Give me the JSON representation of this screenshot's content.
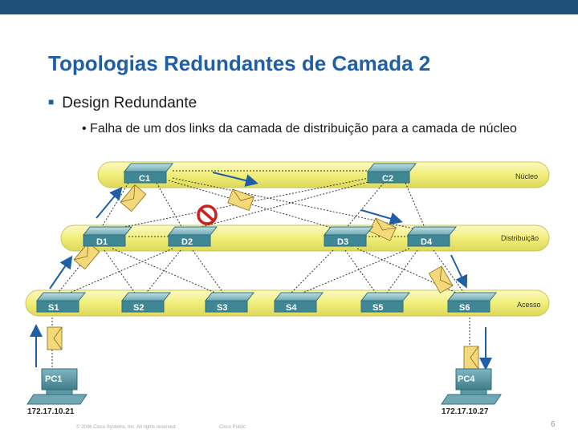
{
  "slide": {
    "title": "Topologias Redundantes de Camada 2",
    "bullet_level1": "Design Redundante",
    "bullet_level2": "Falha de um dos links da camada de distribuição para a camada de núcleo",
    "footer_copyright": "© 2006 Cisco Systems, Inc. All rights reserved.",
    "footer_class": "Cisco Public",
    "page_number": "6"
  },
  "layers": {
    "core": "Núcleo",
    "distribution": "Distribuição",
    "access": "Acesso"
  },
  "devices": {
    "C1": "C1",
    "C2": "C2",
    "D1": "D1",
    "D2": "D2",
    "D3": "D3",
    "D4": "D4",
    "S1": "S1",
    "S2": "S2",
    "S3": "S3",
    "S4": "S4",
    "S5": "S5",
    "S6": "S6",
    "PC1": "PC1",
    "PC4": "PC4"
  },
  "addresses": {
    "pc1": "172.17.10.21",
    "pc4": "172.17.10.27"
  },
  "colors": {
    "band_yellow": "#f3f08a",
    "switch_teal": "#4a8f9c",
    "accent_blue": "#1f5fa8",
    "fail_red": "#cc1f1f"
  }
}
